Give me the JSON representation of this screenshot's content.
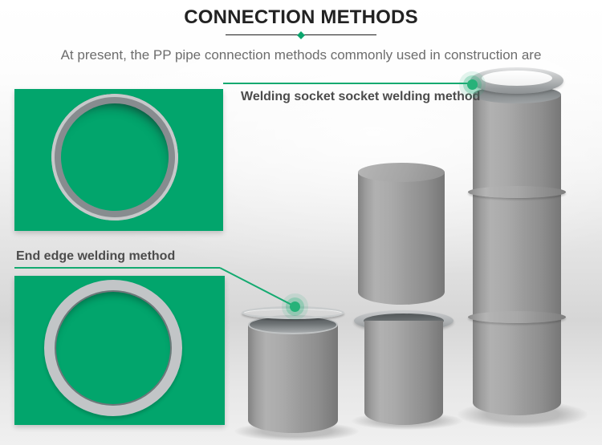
{
  "header": {
    "title": "CONNECTION METHODS",
    "subtitle": "At present, the PP pipe connection methods commonly used in construction are"
  },
  "callouts": {
    "socket": {
      "label": "Welding socket socket welding method"
    },
    "edge": {
      "label": "End edge welding method"
    }
  },
  "colors": {
    "photo_green": "#02a56c",
    "pointer_green": "#14aa70",
    "dot_green": "#27b279",
    "diamond_accent": "#0ba56d",
    "title_text": "#222222",
    "subtitle_text": "#6d6d6d",
    "label_text": "#4c4c4c",
    "pipe_gray": "#969696"
  }
}
